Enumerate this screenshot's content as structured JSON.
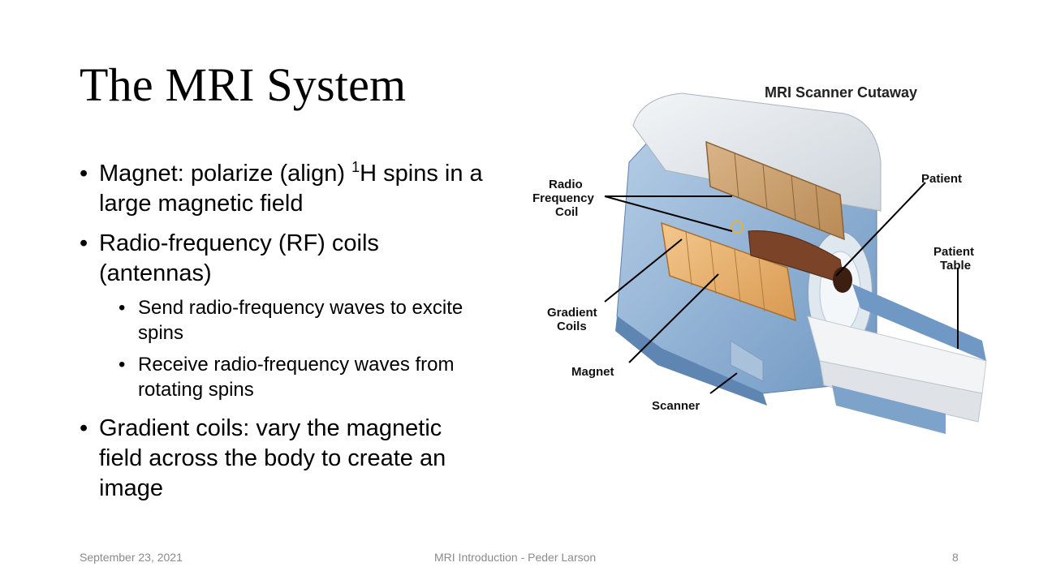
{
  "slide": {
    "title": "The MRI System",
    "bullets": [
      {
        "pre": "Magnet: polarize (align) ",
        "sup": "1",
        "post": "H spins in a large magnetic field"
      },
      {
        "text": "Radio-frequency (RF) coils (antennas)"
      },
      {
        "text": "Send radio-frequency waves to excite spins"
      },
      {
        "text": "Receive radio-frequency waves from rotating spins"
      },
      {
        "text": "Gradient coils: vary the magnetic field across the body to create an image"
      }
    ],
    "bullet_glyph": "•"
  },
  "figure": {
    "title": "MRI Scanner Cutaway",
    "labels": {
      "radio": "Radio",
      "frequency": "Frequency",
      "coil": "Coil",
      "patient": "Patient",
      "patient_table_1": "Patient",
      "patient_table_2": "Table",
      "gradient_1": "Gradient",
      "gradient_2": "Coils",
      "magnet": "Magnet",
      "scanner": "Scanner"
    }
  },
  "footer": {
    "date": "September 23, 2021",
    "center": "MRI Introduction - Peder Larson",
    "page": "8"
  },
  "colors": {
    "scanner_blue": "#8fb2d6",
    "coil_orange": "#e6b070",
    "housing_gray": "#e4e8ec"
  }
}
